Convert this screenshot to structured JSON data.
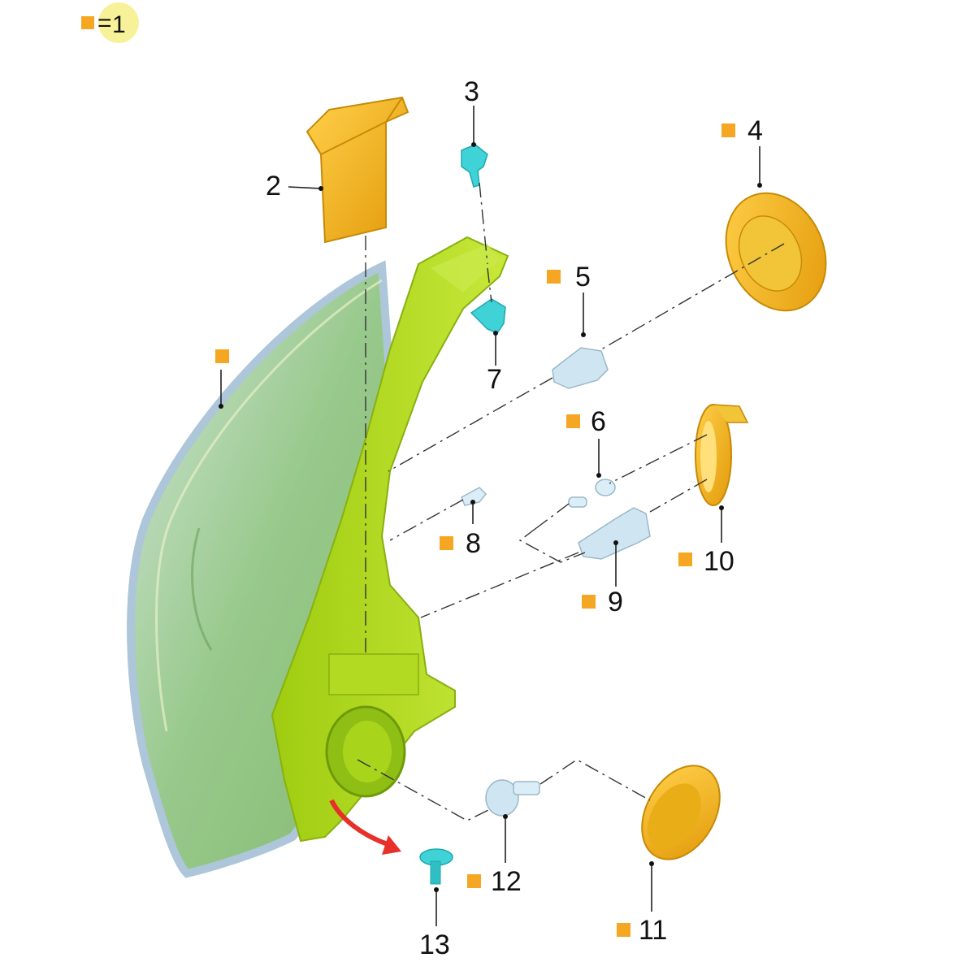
{
  "legend": {
    "equals_text": "=",
    "assembly_number": "1",
    "marker_color": "#f5a623",
    "highlight_color": "#f7f29a"
  },
  "colors": {
    "orange_part": "#f0b418",
    "green_housing": "#b7dd1c",
    "lens": "#9ecf8a",
    "cyan_clip": "#3fd3d8",
    "bulb": "#cfe6f2",
    "red_arrow": "#e8302a"
  },
  "callouts": {
    "c2": "2",
    "c3": "3",
    "c4": "4",
    "c5": "5",
    "c6": "6",
    "c7": "7",
    "c8": "8",
    "c9": "9",
    "c10": "10",
    "c11": "11",
    "c12": "12",
    "c13": "13"
  }
}
